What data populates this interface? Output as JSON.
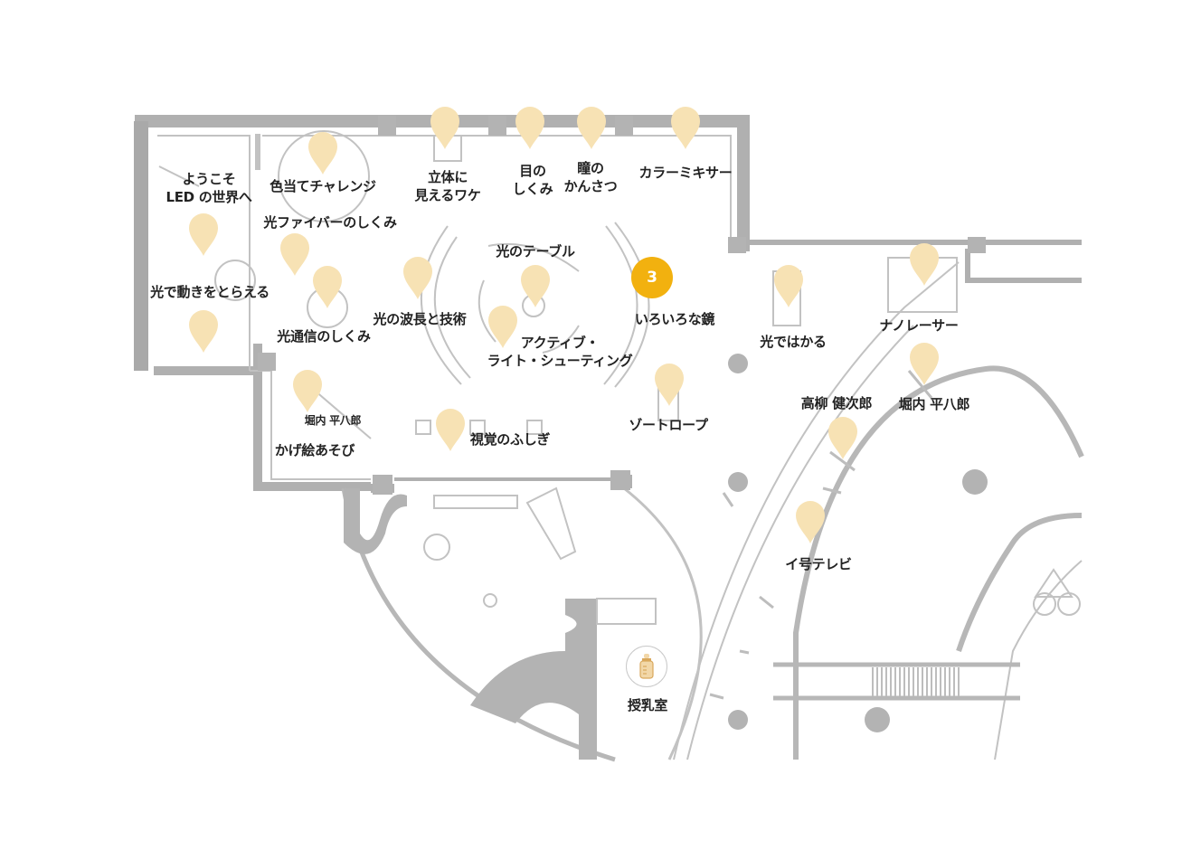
{
  "colors": {
    "wall": "#b0b0b0",
    "wall_dark": "#a4a4a4",
    "line": "#c2c2c2",
    "pin": "#f7e2b4",
    "active": "#f2b10f",
    "text": "#222222"
  },
  "active_marker": {
    "number": "3"
  },
  "facility": {
    "nursing_room": "授乳室",
    "icon": "baby-bottle-icon"
  },
  "exhibits": [
    {
      "id": "welcome",
      "label": "ようこそ\nLED の世界へ",
      "small": false
    },
    {
      "id": "color-challenge",
      "label": "色当てチャレンジ",
      "small": false
    },
    {
      "id": "fiber",
      "label": "光ファイバーのしくみ",
      "small": false
    },
    {
      "id": "motion",
      "label": "光で動きをとらえる",
      "small": false
    },
    {
      "id": "comms",
      "label": "光通信のしくみ",
      "small": false
    },
    {
      "id": "wavelength",
      "label": "光の波長と技術",
      "small": false
    },
    {
      "id": "3d",
      "label": "立体に\n見えるワケ",
      "small": false
    },
    {
      "id": "eye",
      "label": "目の\nしくみ",
      "small": false
    },
    {
      "id": "pupil",
      "label": "瞳の\nかんさつ",
      "small": false
    },
    {
      "id": "mixer",
      "label": "カラーミキサー",
      "small": false
    },
    {
      "id": "light-table",
      "label": "光のテーブル",
      "small": false
    },
    {
      "id": "shooting",
      "label": "アクティブ・\nライト・シューティング",
      "small": false
    },
    {
      "id": "mirror",
      "label": "いろいろな鏡",
      "small": false
    },
    {
      "id": "zoetrope",
      "label": "ゾートロープ",
      "small": false
    },
    {
      "id": "vision",
      "label": "視覚のふしぎ",
      "small": false
    },
    {
      "id": "horiuchi-1",
      "label": "堀内 平八郎",
      "small": true
    },
    {
      "id": "shadow",
      "label": "かげ絵あそび",
      "small": false
    },
    {
      "id": "measure",
      "label": "光ではかる",
      "small": false
    },
    {
      "id": "nanolaser",
      "label": "ナノレーサー",
      "small": false
    },
    {
      "id": "takayanagi",
      "label": "高柳 健次郎",
      "small": false
    },
    {
      "id": "horiuchi-2",
      "label": "堀内 平八郎",
      "small": false
    },
    {
      "id": "tv",
      "label": "イ号テレビ",
      "small": false
    }
  ]
}
